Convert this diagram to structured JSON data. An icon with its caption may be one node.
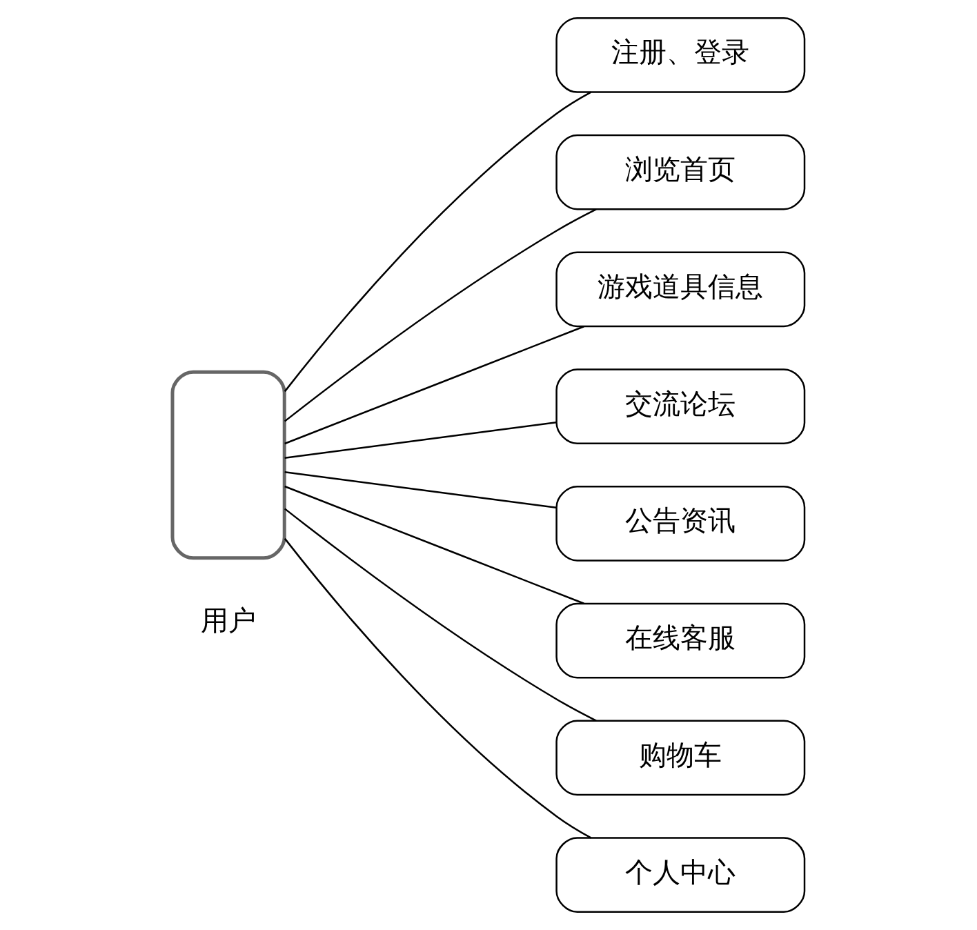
{
  "diagram": {
    "nodes": [
      {
        "text": [],
        "shape": "person",
        "beside": [
          "用户"
        ]
      },
      {
        "text": [
          "注册、登录"
        ]
      },
      {
        "text": [
          "浏览首页"
        ]
      },
      {
        "text": [
          "游戏道具信息"
        ]
      },
      {
        "text": [
          "交流论坛"
        ]
      },
      {
        "text": [
          "公告资讯"
        ]
      },
      {
        "text": [
          "在线客服"
        ]
      },
      {
        "text": [
          "购物车"
        ]
      },
      {
        "text": [
          "个人中心"
        ]
      }
    ],
    "edges": [
      {
        "from": 0,
        "to": 1,
        "arrow": "none"
      },
      {
        "from": 0,
        "to": 2,
        "arrow": "none"
      },
      {
        "from": 0,
        "to": 3,
        "arrow": "none"
      },
      {
        "from": 0,
        "to": 4,
        "arrow": "none"
      },
      {
        "from": 0,
        "to": 5,
        "arrow": "none"
      },
      {
        "from": 0,
        "to": 6,
        "arrow": "none"
      },
      {
        "from": 0,
        "to": 7,
        "arrow": "none"
      },
      {
        "from": 0,
        "to": 8,
        "arrow": "none"
      }
    ]
  }
}
